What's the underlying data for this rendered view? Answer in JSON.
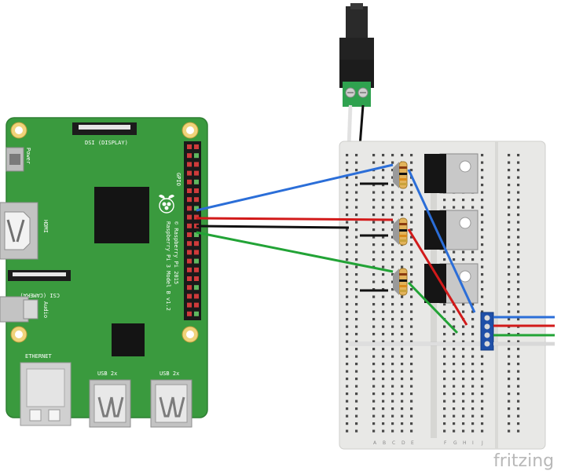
{
  "colors": {
    "pcb": "#3a9a3e",
    "pcb_edge": "#2f7f33",
    "chip": "#141414",
    "breadboard": "#e8e8e6",
    "breadboard_edge": "#cfcfcc",
    "wire_blue": "#2b6ed8",
    "wire_red": "#d21a1a",
    "wire_green": "#22a336",
    "wire_black": "#111111",
    "wire_white": "#f2f2f2"
  },
  "board": {
    "dsi_label": "DSI (DISPLAY)",
    "power_label": "Power",
    "hdmi_label": "HDMI",
    "csi_label": "CSI (CAMERA)",
    "audio_label": "Audio",
    "ethernet_label": "ETHERNET",
    "usb_label_1": "USB 2x",
    "usb_label_2": "USB 2x",
    "gpio_label": "GPIO",
    "model_line_1": "Raspberry Pi 3 Model B v1.2",
    "model_line_2": "© Raspberry Pi 2015"
  },
  "breadboard": {
    "column_letters": [
      "A",
      "B",
      "C",
      "D",
      "E",
      "F",
      "G",
      "H",
      "I",
      "J"
    ]
  },
  "watermark": "fritzing",
  "icons": [
    "raspberry-logo-icon",
    "power-jack-icon",
    "transistor-icon",
    "resistor-icon",
    "screw-terminal-icon"
  ]
}
